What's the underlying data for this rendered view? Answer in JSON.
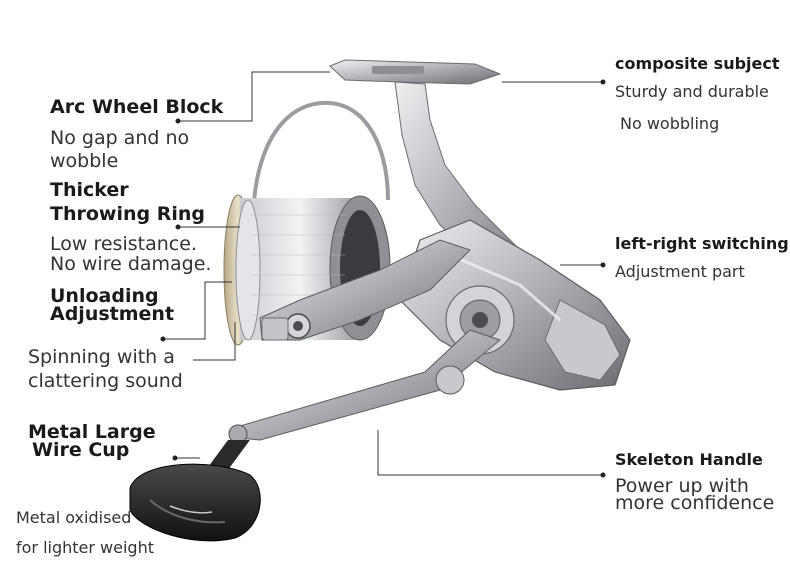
{
  "left": {
    "arc_wheel_block": {
      "title": "Arc Wheel Block",
      "line1": "No gap and no",
      "line2": "wobble"
    },
    "thicker_throwing_ring": {
      "title_line1": "Thicker",
      "title_line2": "Throwing Ring",
      "line1": "Low resistance.",
      "line2": "No wire damage."
    },
    "unloading_adjustment": {
      "title_line1": "Unloading",
      "title_line2": "Adjustment",
      "line1": "Spinning with a",
      "line2": "clattering sound"
    },
    "metal_large_wire_cup": {
      "title_line1": "Metal Large",
      "title_line2": "Wire Cup",
      "line1": "Metal oxidised",
      "line2": "for lighter weight"
    }
  },
  "right": {
    "composite_subject": {
      "title": "composite subject",
      "line1": "Sturdy and durable",
      "line2": "No wobbling"
    },
    "left_right_switching": {
      "title": "left-right switching",
      "line1": "Adjustment part"
    },
    "skeleton_handle": {
      "title": "Skeleton Handle",
      "line1": "Power up with",
      "line2": "more confidence"
    }
  },
  "colors": {
    "text": "#1a1a1a",
    "leader_line": "#333333",
    "metal_light": "#dcdde0",
    "metal_mid": "#a9abb0",
    "metal_dark": "#5a5c61",
    "knob": "#1d1d1f"
  },
  "icons": {
    "product": "spinning-reel-illustration"
  }
}
